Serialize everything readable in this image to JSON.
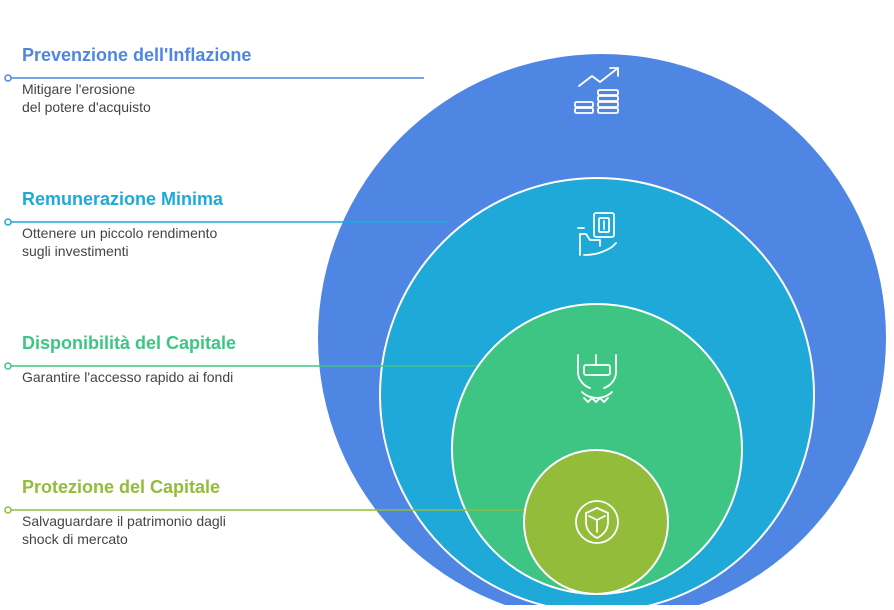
{
  "colors": {
    "inflation": "#4f86e4",
    "remuneration": "#1fa9d9",
    "availability": "#3ec584",
    "protection": "#92bc3a"
  },
  "levels": [
    {
      "title": "Prevenzione dell'Inflazione",
      "description": "Mitigare l'erosione\ndel potere d'acquisto",
      "icon": "coins-growth-icon"
    },
    {
      "title": "Remunerazione Minima",
      "description": "Ottenere un piccolo rendimento\nsugli investimenti",
      "icon": "hand-money-icon"
    },
    {
      "title": "Disponibilità del Capitale",
      "description": "Garantire l'accesso rapido ai fondi",
      "icon": "hands-withdraw-icon"
    },
    {
      "title": "Protezione del Capitale",
      "description": "Salvaguardare il patrimonio dagli\nshock di mercato",
      "icon": "shield-icon"
    }
  ]
}
